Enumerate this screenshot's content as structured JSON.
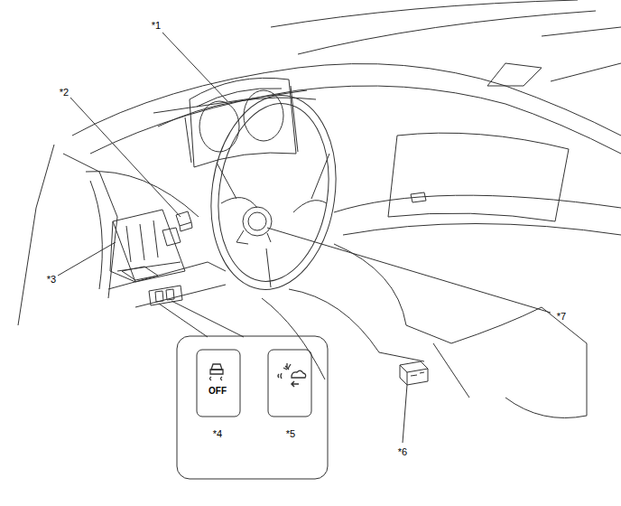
{
  "diagram": {
    "labels": [
      "*1",
      "*2",
      "*3",
      "OFF",
      "*4",
      "*5",
      "*6",
      "*7"
    ]
  }
}
